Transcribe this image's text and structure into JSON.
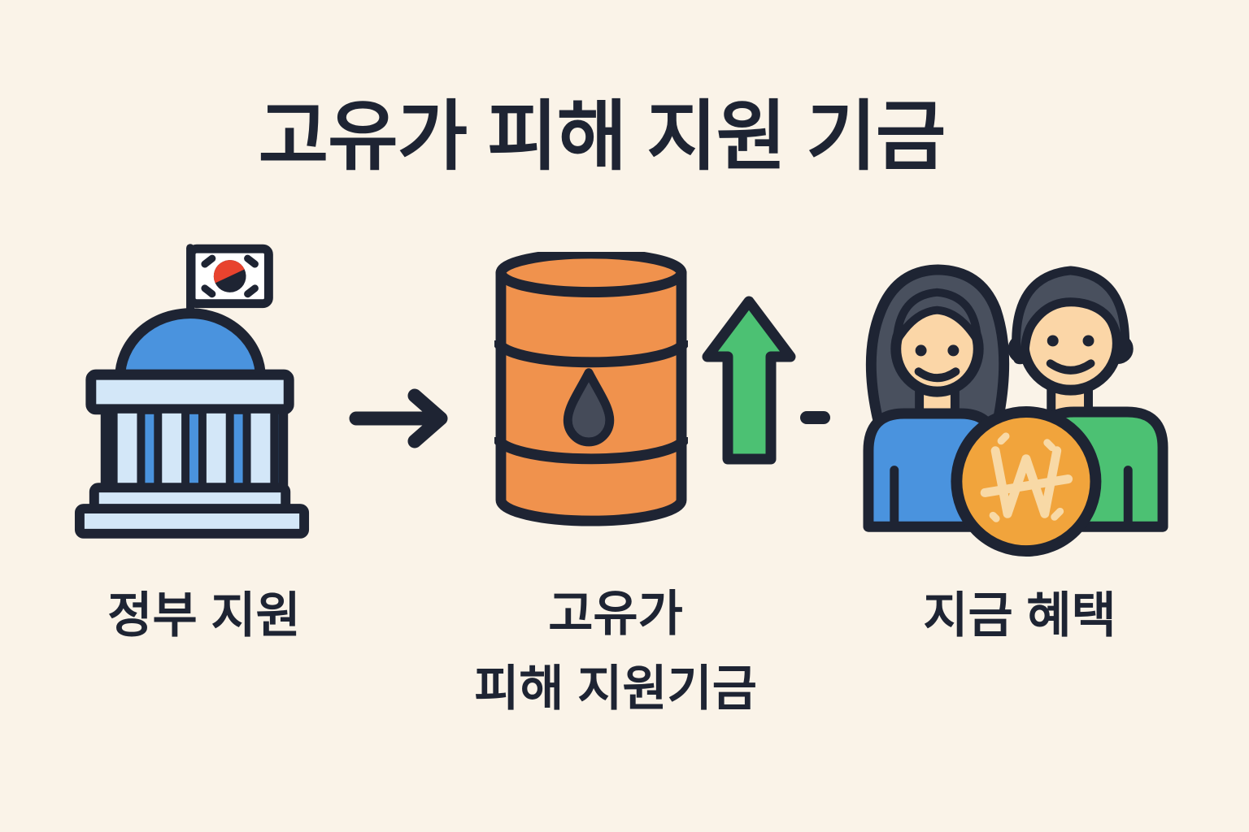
{
  "title": "고유가 피해 지원 기금",
  "flow": {
    "steps": [
      {
        "id": "government-support",
        "label": "정부 지원",
        "icon": "government-building-icon"
      },
      {
        "id": "oil-price-fund",
        "label_line1": "고유가",
        "label_line2": "피해 지원기금",
        "icon": "oil-barrel-icon"
      },
      {
        "id": "payment-benefit",
        "label": "지금 혜택",
        "icon": "citizens-coin-icon"
      }
    ],
    "connectors": [
      {
        "type": "arrow-right",
        "glyph": "→"
      },
      {
        "type": "dash",
        "glyph": "-"
      }
    ],
    "coin_symbol": "₩"
  },
  "colors": {
    "background": "#faf3e8",
    "outline": "#1e2433",
    "blue": "#4a93de",
    "light_blue": "#d3e7f8",
    "orange": "#f0924d",
    "green": "#4cc173",
    "coin": "#f1a43c",
    "coin_symbol": "#f8d9a6",
    "skin": "#fbd6a7",
    "hair": "#49505e",
    "flag_red": "#e8432e",
    "droplet": "#454b59",
    "white": "#ffffff"
  }
}
